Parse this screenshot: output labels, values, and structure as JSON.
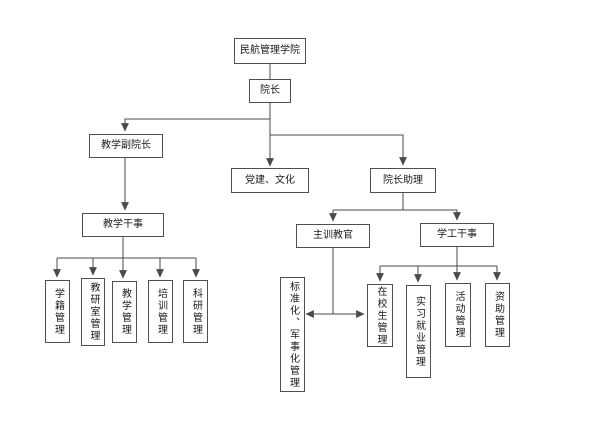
{
  "diagram": {
    "type": "org-chart",
    "colors": {
      "background": "#ffffff",
      "line": "#4a4a4a",
      "box_border": "#4f4f4f",
      "box_fill": "#ffffff",
      "text": "#1a1a1a"
    },
    "nodes": {
      "institute": {
        "label": "民航管理学院"
      },
      "dean": {
        "label": "院长"
      },
      "teaching_vice_dean": {
        "label": "教学副院长"
      },
      "party_culture": {
        "label": "党建、文化"
      },
      "dean_assistant": {
        "label": "院长助理"
      },
      "teaching_officer": {
        "label": "教学干事"
      },
      "student_records_mgmt": {
        "label": "学籍管理"
      },
      "teaching_research_office_mgmt": {
        "label": "教研室管理"
      },
      "teaching_mgmt": {
        "label": "教学管理"
      },
      "training_mgmt": {
        "label": "培训管理"
      },
      "research_mgmt": {
        "label": "科研管理"
      },
      "chief_training_officer": {
        "label": "主训教官"
      },
      "student_affairs_officer": {
        "label": "学工干事"
      },
      "standardization_military_mgmt": {
        "label": "标准化、军事化管理"
      },
      "enrolled_students_mgmt": {
        "label": "在校生管理"
      },
      "internship_employment_mgmt": {
        "label": "实习就业管理"
      },
      "activity_mgmt": {
        "label": "活动管理"
      },
      "funding_mgmt": {
        "label": "资助管理"
      }
    },
    "edges": [
      {
        "from": "institute",
        "to": "dean",
        "arrow": "none"
      },
      {
        "from": "dean",
        "to": "teaching_vice_dean",
        "arrow": "to"
      },
      {
        "from": "dean",
        "to": "party_culture",
        "arrow": "to"
      },
      {
        "from": "dean",
        "to": "dean_assistant",
        "arrow": "to"
      },
      {
        "from": "teaching_vice_dean",
        "to": "teaching_officer",
        "arrow": "to"
      },
      {
        "from": "teaching_officer",
        "to": "student_records_mgmt",
        "arrow": "to"
      },
      {
        "from": "teaching_officer",
        "to": "teaching_research_office_mgmt",
        "arrow": "to"
      },
      {
        "from": "teaching_officer",
        "to": "teaching_mgmt",
        "arrow": "to"
      },
      {
        "from": "teaching_officer",
        "to": "training_mgmt",
        "arrow": "to"
      },
      {
        "from": "teaching_officer",
        "to": "research_mgmt",
        "arrow": "to"
      },
      {
        "from": "dean_assistant",
        "to": "chief_training_officer",
        "arrow": "to"
      },
      {
        "from": "dean_assistant",
        "to": "student_affairs_officer",
        "arrow": "to"
      },
      {
        "from": "chief_training_officer",
        "to": "standardization_military_mgmt",
        "arrow": "to"
      },
      {
        "from": "chief_training_officer",
        "to": "enrolled_students_mgmt",
        "arrow": "to"
      },
      {
        "from": "student_affairs_officer",
        "to": "enrolled_students_mgmt",
        "arrow": "to"
      },
      {
        "from": "student_affairs_officer",
        "to": "internship_employment_mgmt",
        "arrow": "to"
      },
      {
        "from": "student_affairs_officer",
        "to": "activity_mgmt",
        "arrow": "to"
      },
      {
        "from": "student_affairs_officer",
        "to": "funding_mgmt",
        "arrow": "to"
      }
    ]
  }
}
